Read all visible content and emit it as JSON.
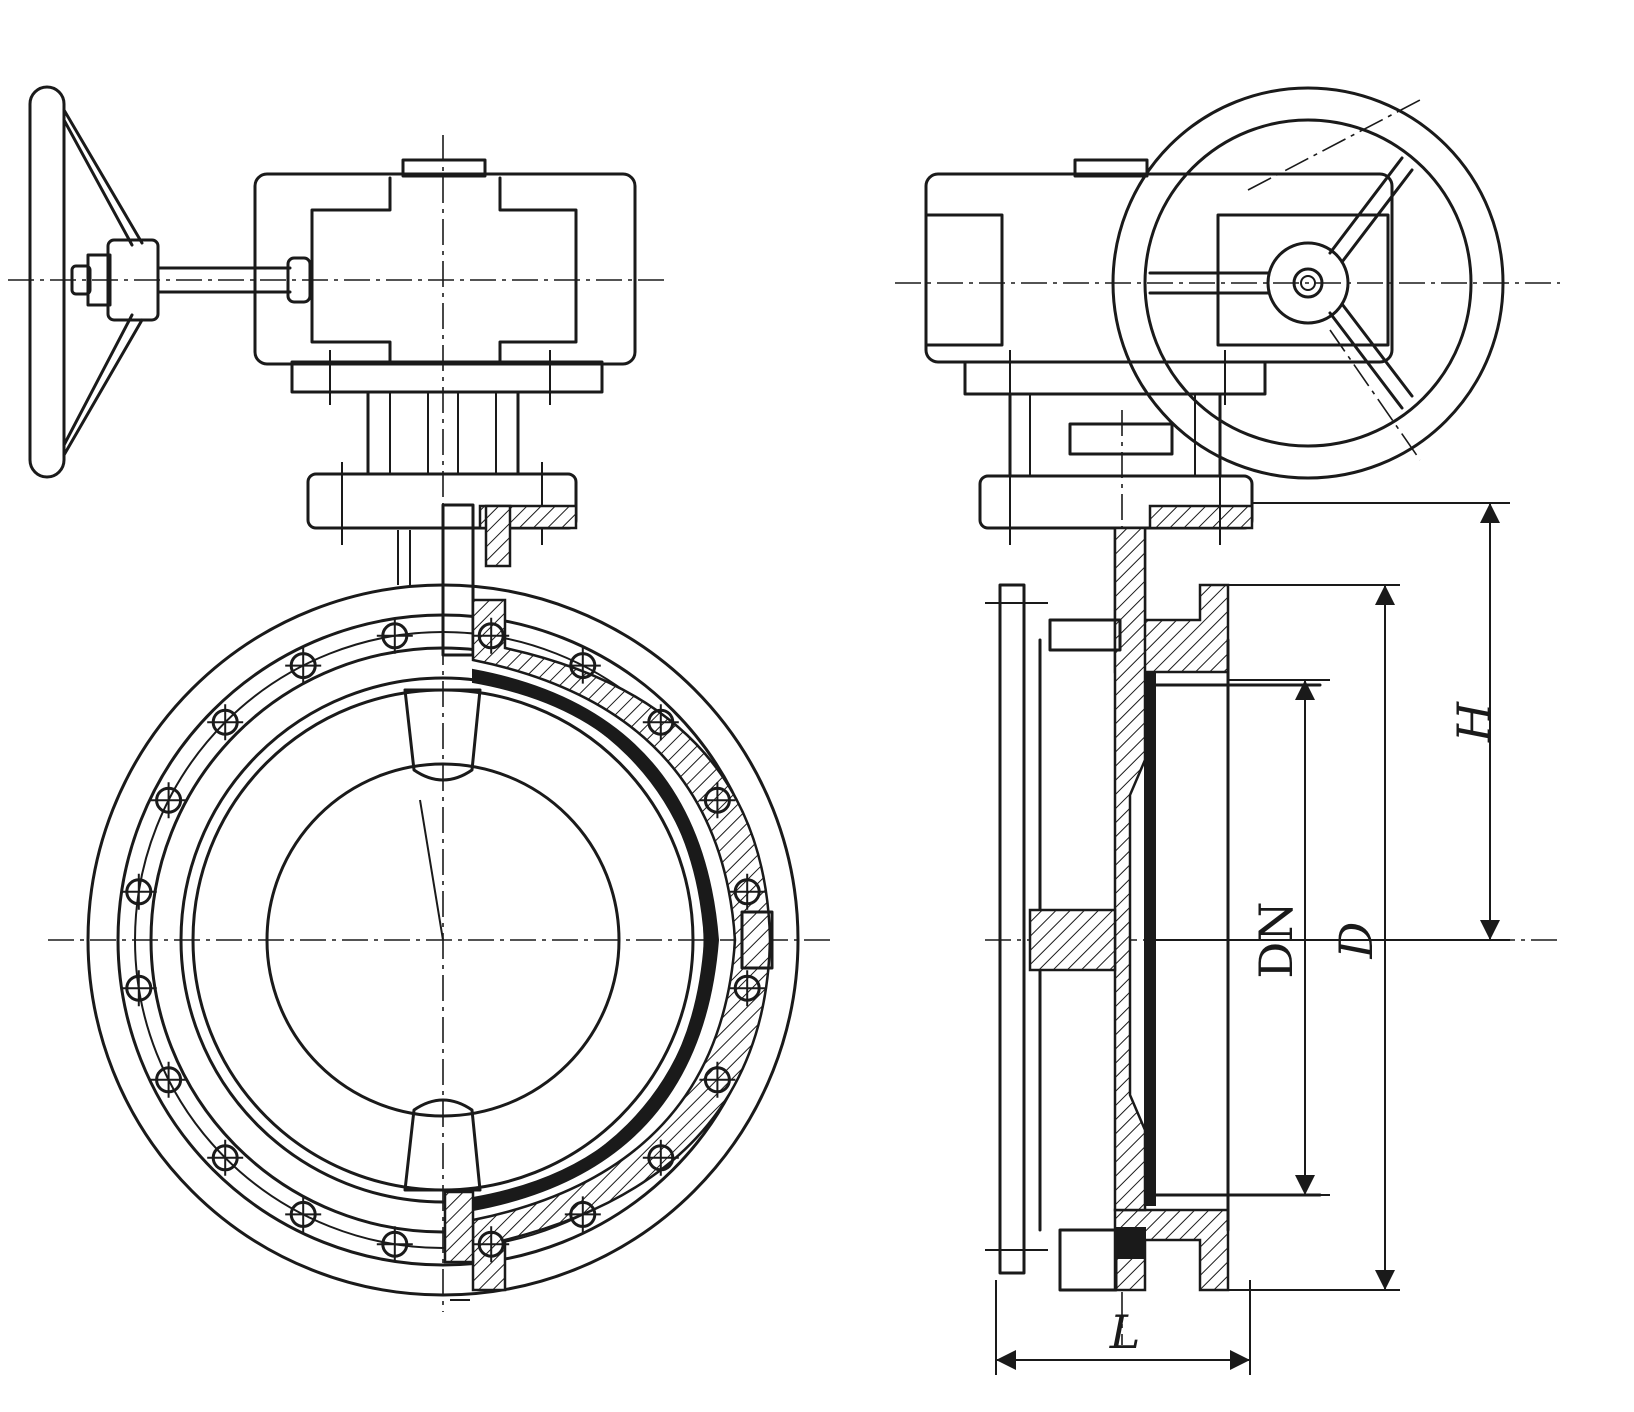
{
  "dimensions": {
    "height_label": "H",
    "nominal_diameter_label": "DN",
    "outer_diameter_label": "D",
    "length_label": "L"
  }
}
